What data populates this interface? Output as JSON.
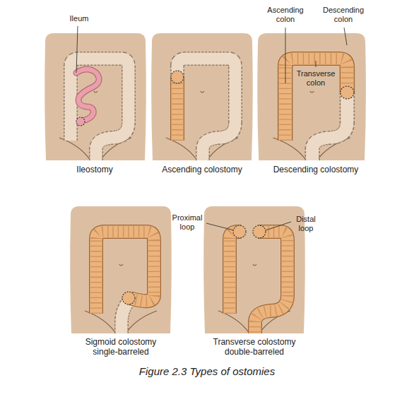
{
  "diagram": {
    "caption": "Figure 2.3 Types of ostomies",
    "labels": [
      "Ileum",
      "Ascending colon",
      "Descending colon",
      "Transverse colon",
      "Ileostomy",
      "Ascending colostomy",
      "Descending colostomy",
      "Proximal loop",
      "Distal loop",
      "Sigmoid colostomy single-barreled",
      "Transverse colostomy double-barreled"
    ]
  }
}
